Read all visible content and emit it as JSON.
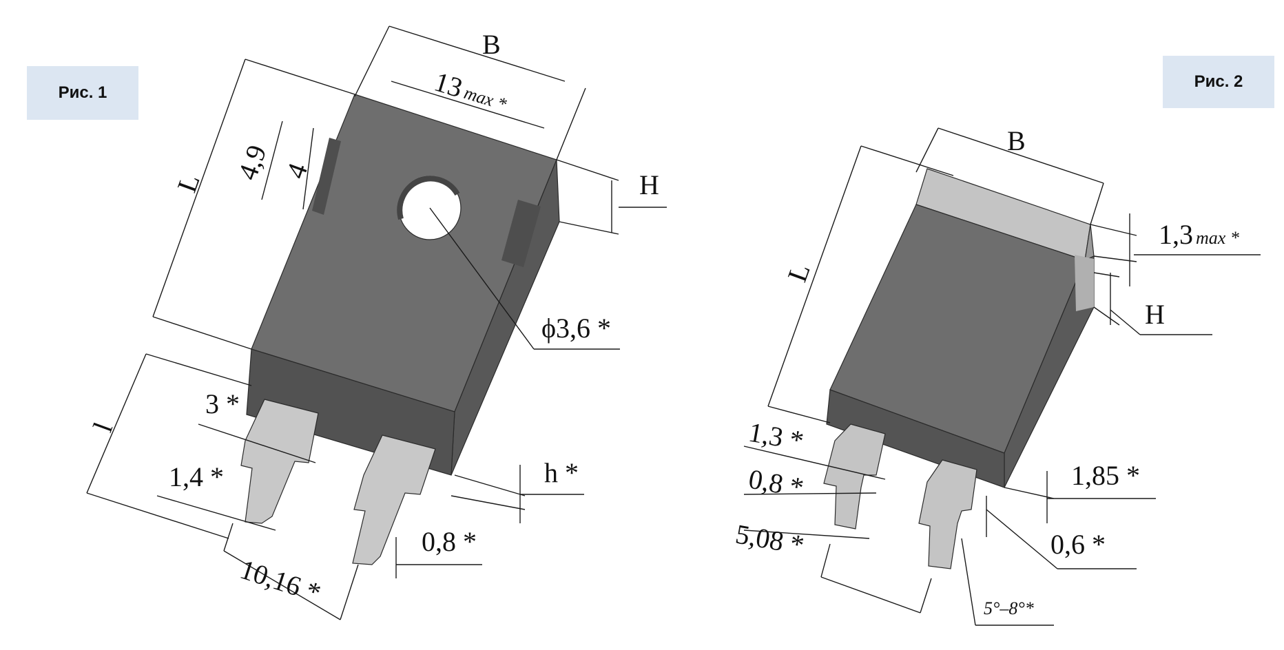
{
  "figure_labels": {
    "fig1": "Рис. 1",
    "fig2": "Рис. 2"
  },
  "fig1": {
    "B": "B",
    "width_max": "13",
    "width_max_suffix": "max *",
    "slot_outer": "4,9",
    "slot_inner": "4",
    "L": "L",
    "H": "H",
    "hole_diameter": "ϕ3,6 *",
    "lead_length": "l",
    "lead_width_top": "3 *",
    "lead_width": "1,4 *",
    "lead_pitch": "10,16 *",
    "lead_thickness": "0,8 *",
    "standoff": "h *"
  },
  "fig2": {
    "B": "B",
    "L": "L",
    "H": "H",
    "tab_height": "1,3",
    "tab_height_suffix": "max *",
    "lead_shoulder": "1,3 *",
    "lead_width": "0,8 *",
    "lead_pitch": "5,08 *",
    "standoff": "1,85 *",
    "lead_thickness": "0,6 *",
    "bend_angle": "5°–8°*"
  },
  "colors": {
    "label_bg": "#dce6f2",
    "body_front": "#6e6e6e",
    "body_side": "#5a5a5a",
    "body_top": "#8a8a8a",
    "lead": "#c8c8c8",
    "heatsink": "#c4c4c4"
  }
}
